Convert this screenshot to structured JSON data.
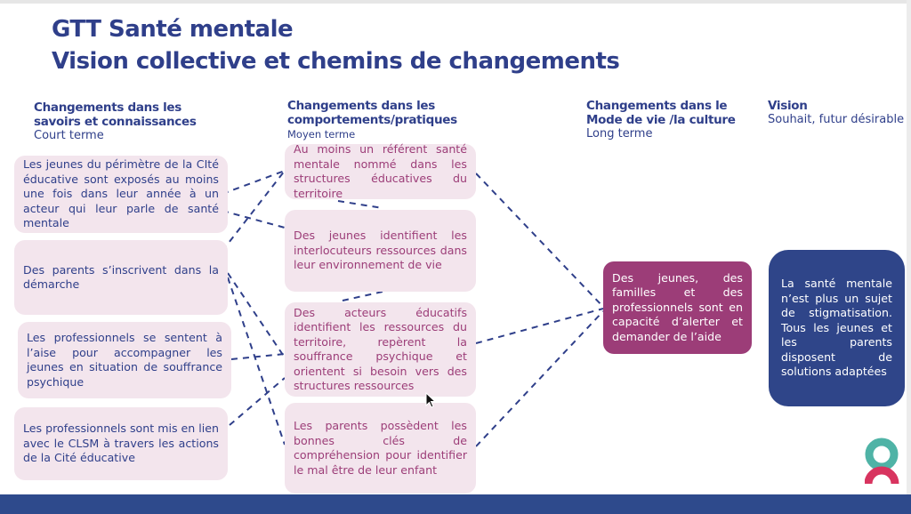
{
  "title": {
    "line1": "GTT Santé mentale",
    "line2": "Vision collective et chemins de changements"
  },
  "columns": [
    {
      "heading": "Changements dans les savoirs et connaissances",
      "term": "Court terme"
    },
    {
      "heading": "Changements dans les comportements/pratiques",
      "term": "Moyen terme"
    },
    {
      "heading": "Changements dans le Mode de vie /la culture",
      "term": "Long terme"
    },
    {
      "heading": "Vision",
      "term": "Souhait, futur désirable"
    }
  ],
  "short_term": [
    "Les jeunes du périmètre de la CIté éducative sont exposés au moins une fois dans leur année à un acteur qui leur parle de santé mentale",
    "Des parents s’inscrivent dans la démarche",
    "Les professionnels se sentent à l’aise pour accompagner les jeunes en situation de souffrance psychique",
    "Les professionnels sont mis en lien avec le CLSM à travers les actions de la Cité éducative"
  ],
  "medium_term": [
    "Au moins un référent santé mentale nommé dans les structures éducatives du territoire",
    "Des jeunes identifient les interlocuteurs ressources dans leur environnement de vie",
    "Des acteurs éducatifs identifient les ressources du territoire, repèrent la souffrance psychique et orientent si besoin vers des structures ressources",
    "Les parents possèdent les bonnes clés de compréhension pour identifier le mal être de leur enfant"
  ],
  "long_term": "Des jeunes, des familles et des professionnels sont en capacité d’alerter et demander de l’aide",
  "vision": "La santé mentale n’est plus un sujet de stigmatisation. Tous les jeunes et les parents disposent de solutions adaptées",
  "colors": {
    "navy": "#2f3f8a",
    "magenta": "#9c3d78",
    "box_bg": "#f3e5ed",
    "vision_bg": "#2f4589",
    "teal": "#4fb3a6",
    "red": "#d8345f"
  }
}
